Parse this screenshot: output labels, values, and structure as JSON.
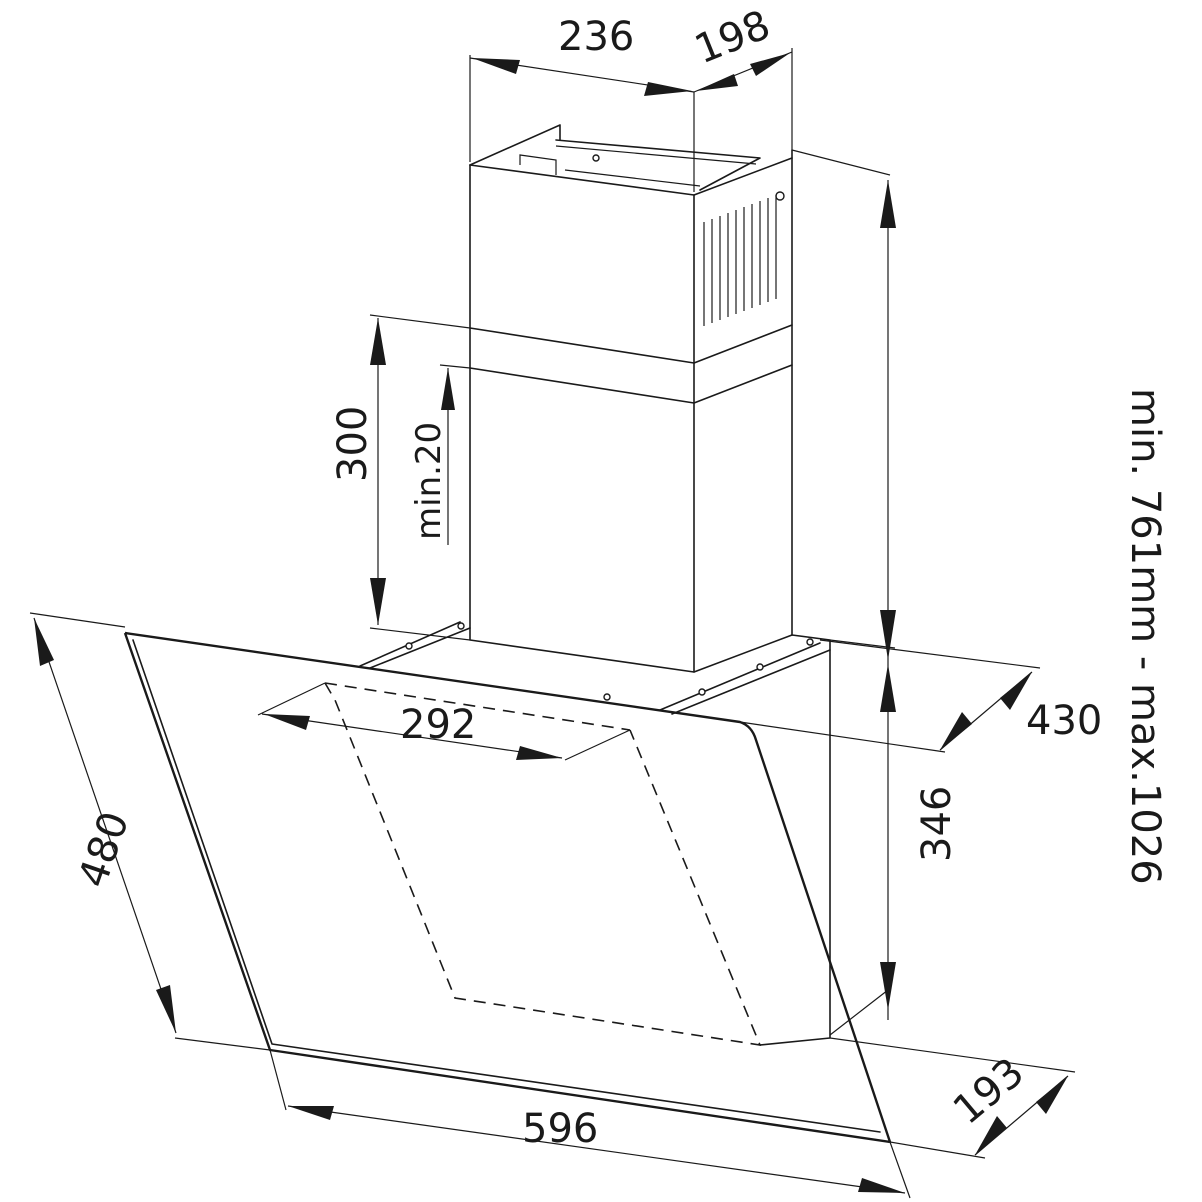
{
  "dimensions": {
    "chimney_width": "236",
    "chimney_depth": "198",
    "chimney_height": "300",
    "min_gap": "min.20",
    "inner_width": "292",
    "hood_depth": "430",
    "glass_height": "480",
    "total_height": "min. 761mm - max.1026",
    "lower_height": "346",
    "bottom_depth": "193",
    "total_width": "596"
  }
}
